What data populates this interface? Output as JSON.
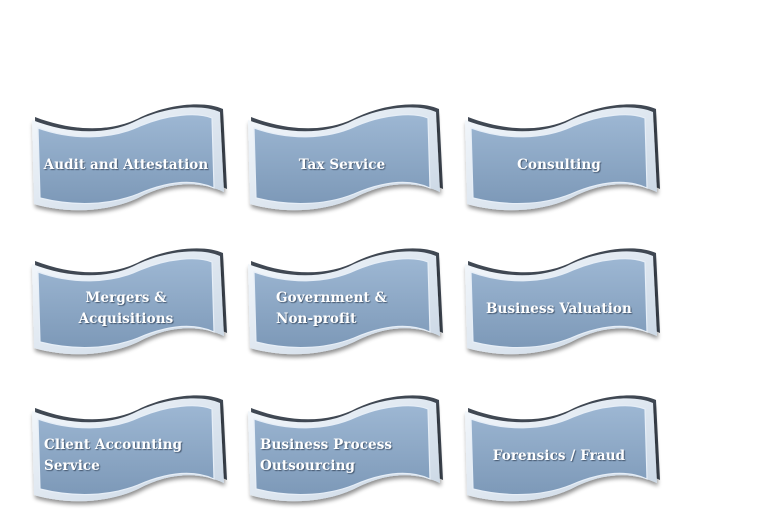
{
  "colors": {
    "fill_light": "#9db7d3",
    "fill_dark": "#7d99b8",
    "rim_light": "#f4f8fc",
    "rim_shadow": "#2b3440",
    "text": "#ffffff"
  },
  "tiles": [
    {
      "label": "Audit and Attestation",
      "align": "center"
    },
    {
      "label": "Tax Service",
      "align": "center"
    },
    {
      "label": "Consulting",
      "align": "center"
    },
    {
      "label": "Mergers & Acquisitions",
      "align": "center"
    },
    {
      "label": "Government &\nNon-profit",
      "align": "left"
    },
    {
      "label": "Business Valuation",
      "align": "center"
    },
    {
      "label": "Client Accounting\nService",
      "align": "left"
    },
    {
      "label": "Business Process\nOutsourcing",
      "align": "left"
    },
    {
      "label": "Forensics / Fraud",
      "align": "center"
    }
  ]
}
